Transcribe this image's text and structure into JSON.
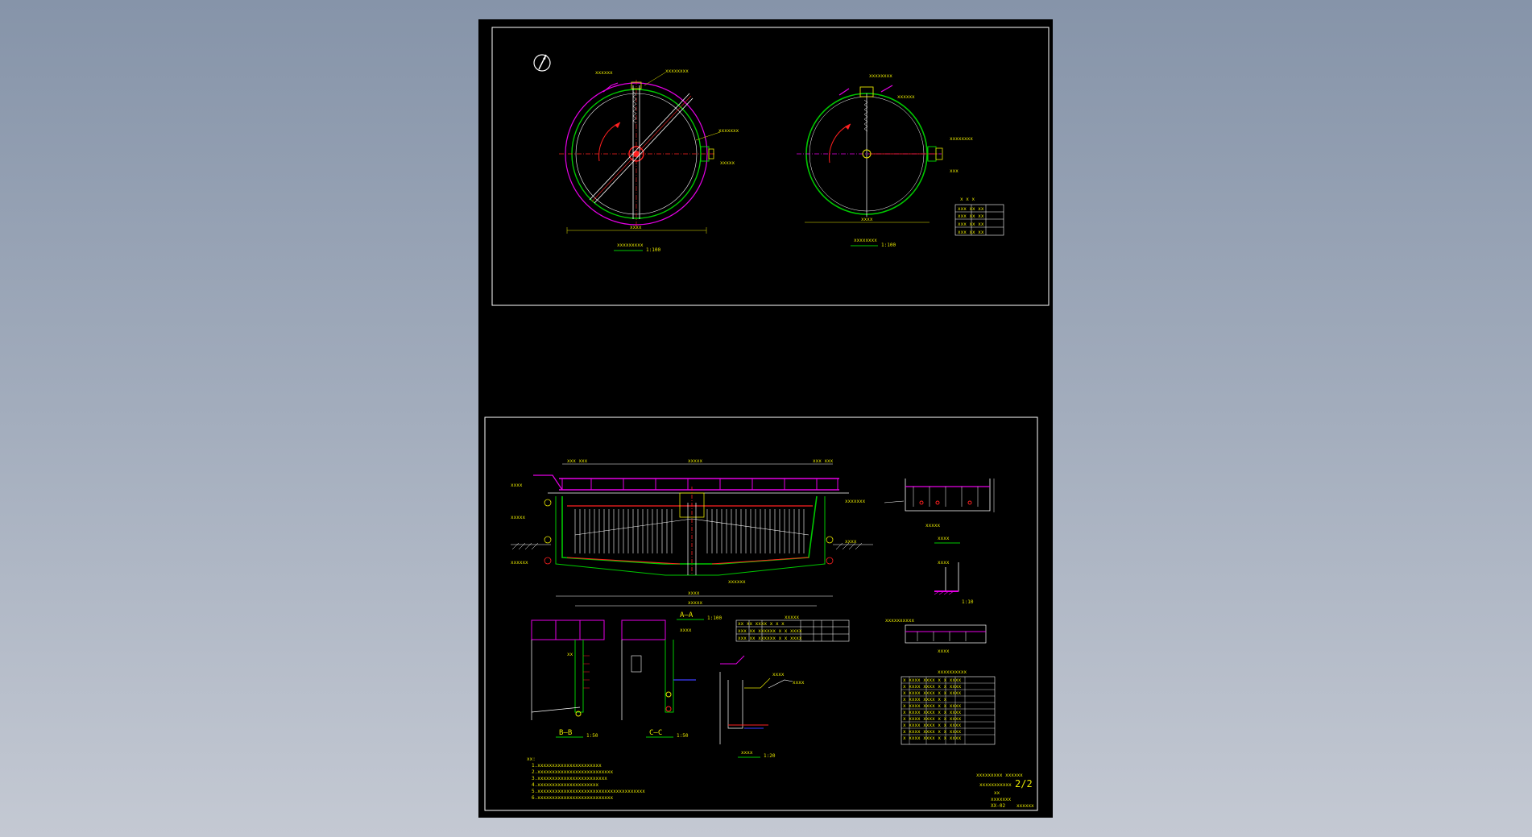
{
  "viewport": {
    "background_top": "#8694a9",
    "background_bottom": "#c4c9d3"
  },
  "drawing": {
    "sheet_number": "2/2",
    "scale_a": "1:100",
    "scale_b": "1:50",
    "scale_c": "1:20",
    "scale_d": "1:10",
    "section_mark": "A—A",
    "section_mark_b": "B—B",
    "section_mark_c": "C—C",
    "drawing_no": "XX-02"
  },
  "colors": {
    "frame": "#ffffff",
    "yellow": "#e6e600",
    "magenta": "#e600e6",
    "green": "#00c800",
    "red": "#ff2020",
    "blue": "#3c3cff",
    "white": "#ffffff"
  },
  "icons": {
    "north_arrow": "north-arrow-icon"
  }
}
